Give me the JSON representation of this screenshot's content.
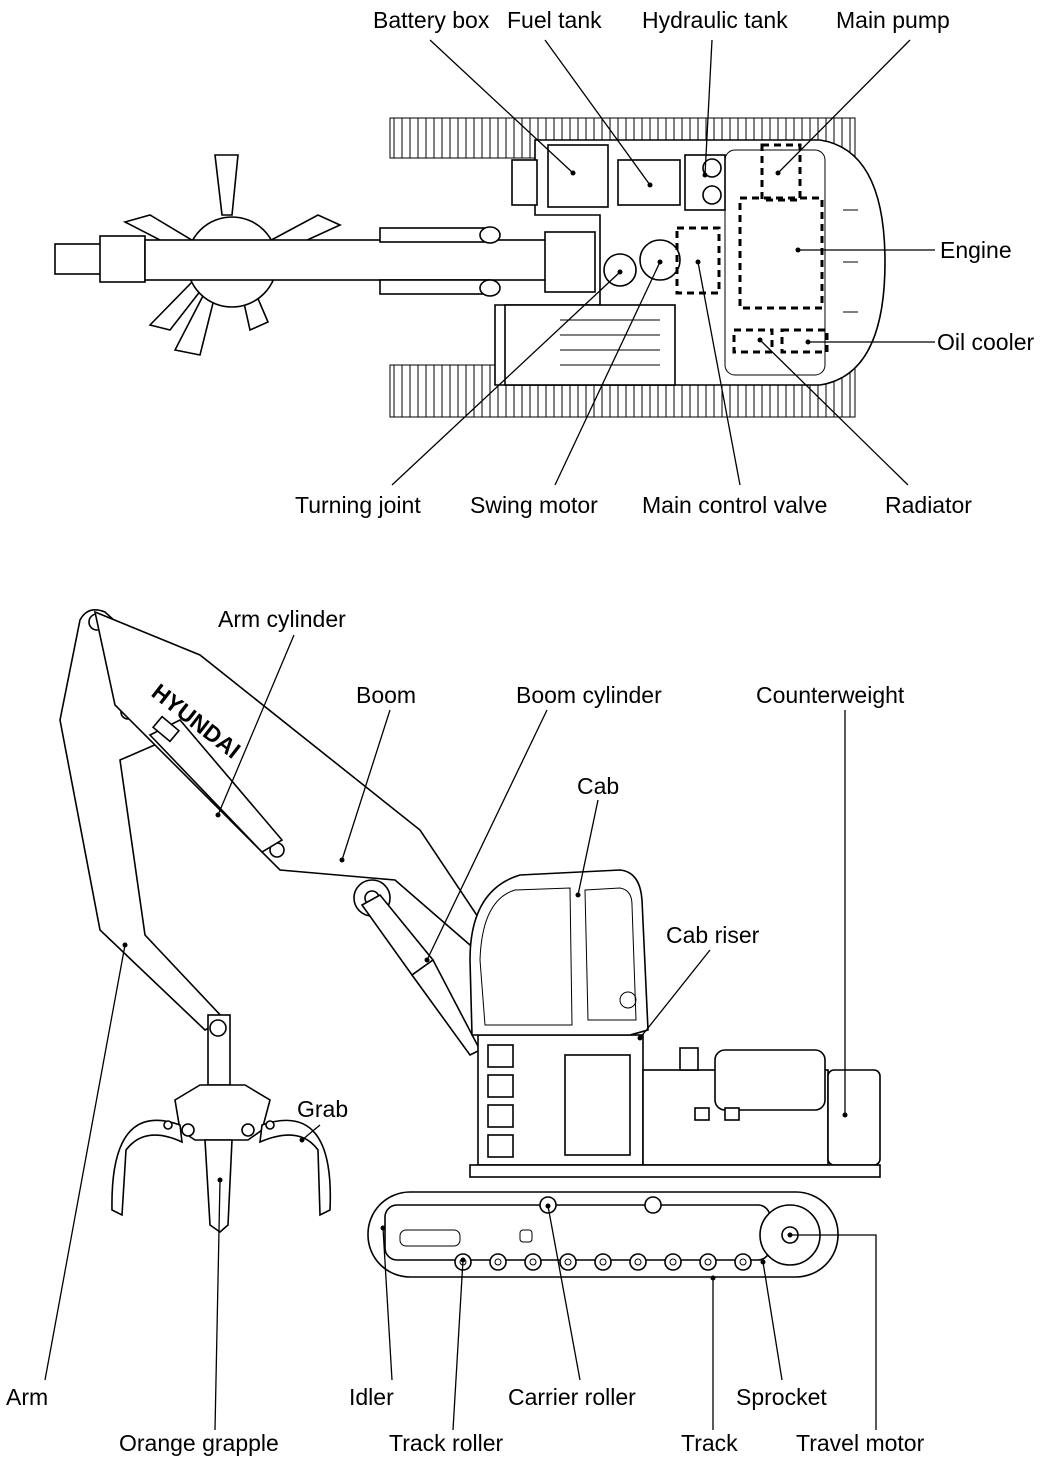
{
  "top_view": {
    "labels": {
      "battery_box": "Battery box",
      "fuel_tank": "Fuel tank",
      "hydraulic_tank": "Hydraulic tank",
      "main_pump": "Main pump",
      "engine": "Engine",
      "oil_cooler": "Oil cooler",
      "turning_joint": "Turning joint",
      "swing_motor": "Swing motor",
      "main_control_valve": "Main control valve",
      "radiator": "Radiator"
    }
  },
  "side_view": {
    "brand": "HYUNDAI",
    "labels": {
      "arm_cylinder": "Arm cylinder",
      "boom": "Boom",
      "boom_cylinder": "Boom cylinder",
      "counterweight": "Counterweight",
      "cab": "Cab",
      "cab_riser": "Cab riser",
      "grab": "Grab",
      "arm": "Arm",
      "idler": "Idler",
      "carrier_roller": "Carrier roller",
      "sprocket": "Sprocket",
      "orange_grapple": "Orange grapple",
      "track_roller": "Track roller",
      "track": "Track",
      "travel_motor": "Travel motor"
    }
  }
}
